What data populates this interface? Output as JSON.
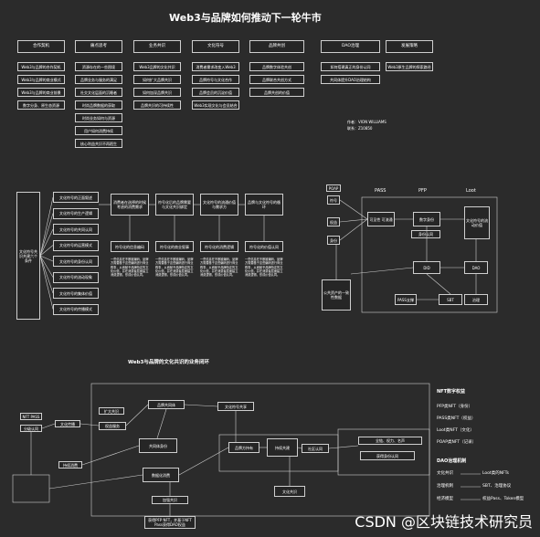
{
  "title": "Web3与品牌如何推动下一轮牛市",
  "top_columns": [
    {
      "header": "合作契机",
      "items": [
        "Web3与品牌的合作契机",
        "Web3与品牌的商业模式",
        "Web3与品牌的商业前景",
        "数字分身、原生态资源"
      ]
    },
    {
      "header": "痛点思考",
      "items": [
        "资源存在的一些困境",
        "品牌业务与服务的满足",
        "社交文化层面的沉睡者",
        "时尚品牌数据的获取",
        "时尚业务如何与资源",
        "用户如何消费持续",
        "核心利益共识不再陌生"
      ]
    },
    {
      "header": "业务共识",
      "items": [
        "Web3品牌的文化共识",
        "如何扩大品牌共识",
        "如何加深品牌共识",
        "品牌共识的可持续性"
      ]
    },
    {
      "header": "文化符号",
      "items": [
        "消费者需求改变入Web3",
        "品牌符号与文化合作",
        "品牌会员的沉淀价值",
        "Web3实现文化与会员结合"
      ]
    },
    {
      "header": "品牌共创",
      "items": [
        "品牌数字体验共创",
        "品牌联合共创方式",
        "品牌共创的价值"
      ]
    },
    {
      "header": "DAO治理",
      "items": [
        "如何搭建真正的身份认同",
        "共同体提升DAO治理结构"
      ]
    },
    {
      "header": "发展策略",
      "items": [
        "Web3原生品牌的探索路径"
      ]
    }
  ],
  "author": "作者：VION WILLIAMS",
  "contact": "联系：Z10850",
  "mid_left": {
    "root": "文化符号共识共建六个条件",
    "items": [
      "文化符号的正面叙述",
      "文化符号的生产逻辑",
      "文化符号的共同认同",
      "文化符号的运营模式",
      "文化符号的身份认同",
      "文化符号的流动现象",
      "文化符号的集体价值",
      "文化符号的传播模式"
    ],
    "flow": [
      "消费者在选择的时候考虑的消费需求",
      "符号化后的品牌需要与文化共识绑定",
      "文化符号的流通价值与需求方",
      "品牌与文化符号的循环"
    ],
    "sub": [
      "符号化的信息编码",
      "符号化的商业叙事",
      "符号化的消费逻辑",
      "符号化的价值认同"
    ],
    "sub_desc": "一些信息在不断被编码，品牌方需要基于这些编码进行商业叙事，从而赋予品牌特定的文化价值，并在消费者层面建立消费逻辑，形成价值认同。"
  },
  "diagram_top_right": {
    "cols": [
      "PASS",
      "PFP",
      "Loot"
    ],
    "nodes": [
      "符号",
      "权益",
      "身份",
      "可见性 可流通",
      "数字身份",
      "文化符号的流动价值",
      "身份认同",
      "DID",
      "DAO",
      "公共资产的一致性数据",
      "PASS支撑",
      "SBT",
      "治理",
      "POAP"
    ]
  },
  "bottom_title": "Web3与品牌的文化共识的业务闭环",
  "bottom_nodes": [
    "NFT PASS",
    "分级认同",
    "文化传播",
    "持续消费",
    "扩大共识",
    "权益服务",
    "品牌共同体",
    "共同体身份",
    "数据化消费",
    "文化符号共享",
    "品牌方持有",
    "持续共建",
    "社区认同",
    "文化共识",
    "加强共识",
    "获得身份认同",
    "全链、权力、名声",
    "获得PFP NFT，并基于NFT Pass获得DAO权益"
  ],
  "nft_section": {
    "header": "NFT数字权益",
    "items": [
      "PFP类NFT（身份）",
      "PASS类NFT（权益）",
      "Loot类NFT（文化）",
      "POAP类NFT（记录）"
    ]
  },
  "dao_section": {
    "header": "DAO治理机制",
    "rows": [
      {
        "left": "文化共识",
        "right": "Loot类的NFTs"
      },
      {
        "left": "治理机制",
        "right": "SBT、治理协议"
      },
      {
        "left": "经济模型",
        "right": "权益Pass、Token模型"
      }
    ]
  },
  "watermark": "CSDN @区块链技术研究员"
}
